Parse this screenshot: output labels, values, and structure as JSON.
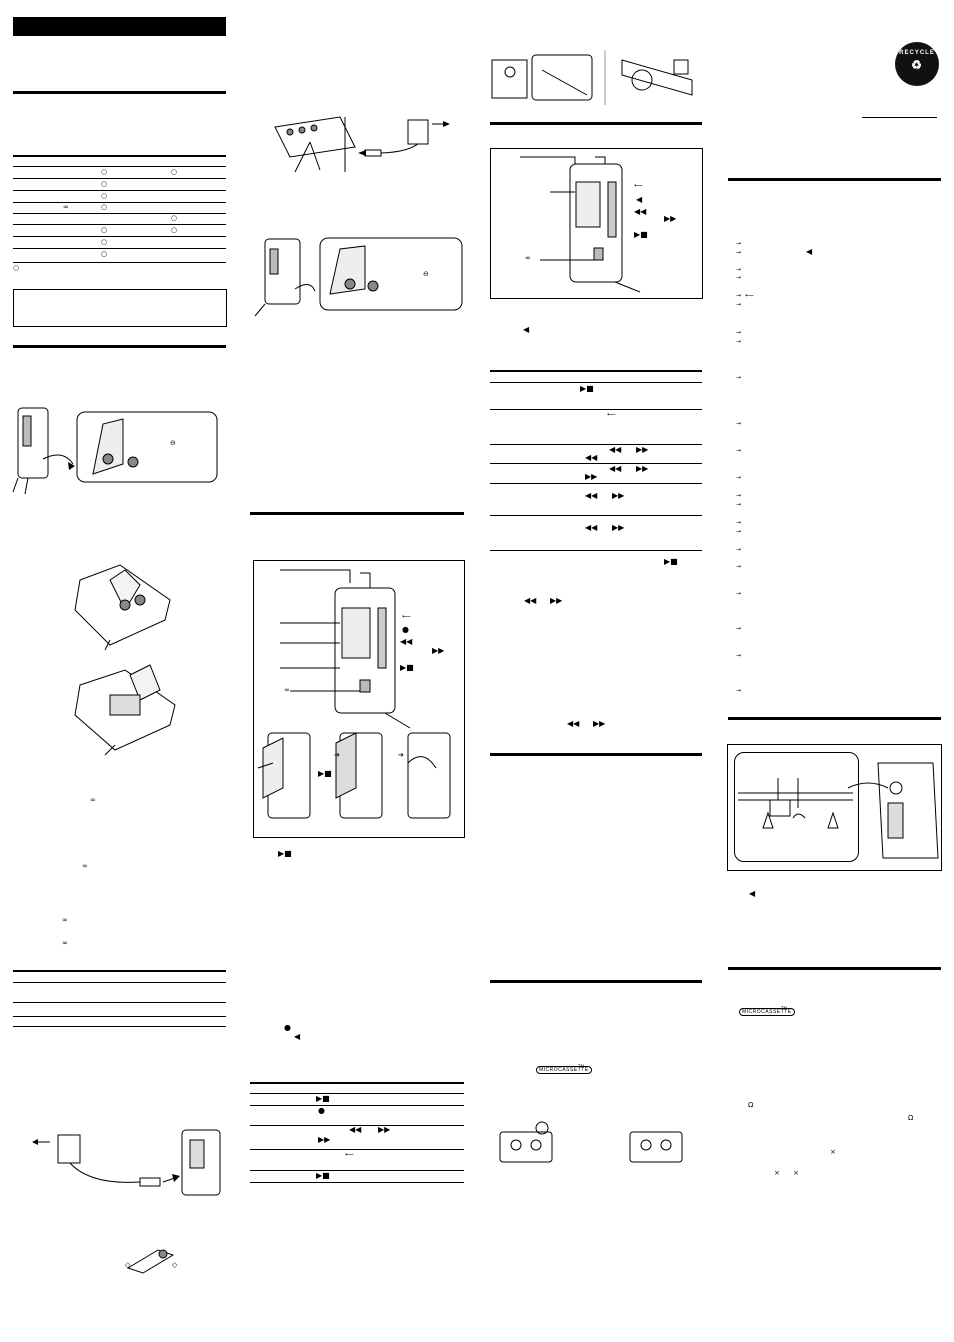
{
  "symbols": {
    "play_stop": "▶■",
    "play_stop_alt": "▮▶■",
    "rewind": "◀◀",
    "fast_forward": "▶▶",
    "left_triangle": "◀",
    "record_dot": "●",
    "circle": "○",
    "minus_circle": "⊖",
    "arrow_right": "→",
    "arrow_right_bold": "➔",
    "ohm": "Ω",
    "times": "×",
    "battery_infinity": "∞",
    "diamond": "◇",
    "long_arrow_left": "⟵"
  },
  "logos": {
    "microcassette": "MICROCASSETTE",
    "trademark": "TM"
  },
  "seal": {
    "top": "RECYCLE",
    "bottom": "♻"
  }
}
